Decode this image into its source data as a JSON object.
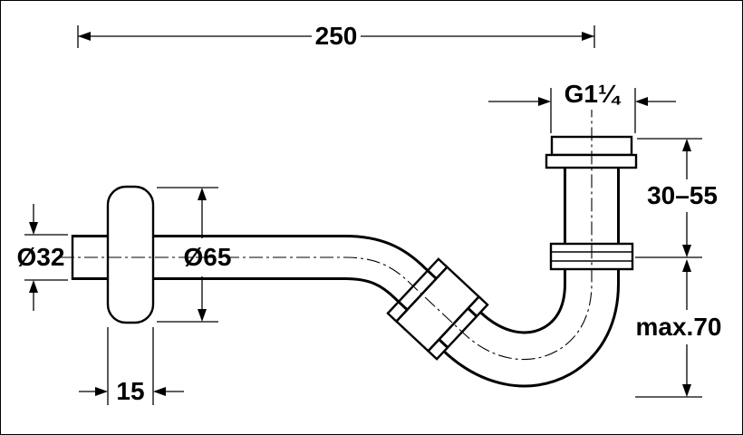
{
  "drawing": {
    "name": "Bottle/P-trap siphon dimensional drawing",
    "colors": {
      "line": "#000000",
      "background": "#ffffff"
    },
    "dimensions": {
      "overall_length": "250",
      "thread_size": "G1¼",
      "height_adjust": "30–55",
      "max_height": "max.70",
      "outlet_diameter": "Ø32",
      "rosette_diameter": "Ø65",
      "rosette_depth": "15"
    }
  }
}
